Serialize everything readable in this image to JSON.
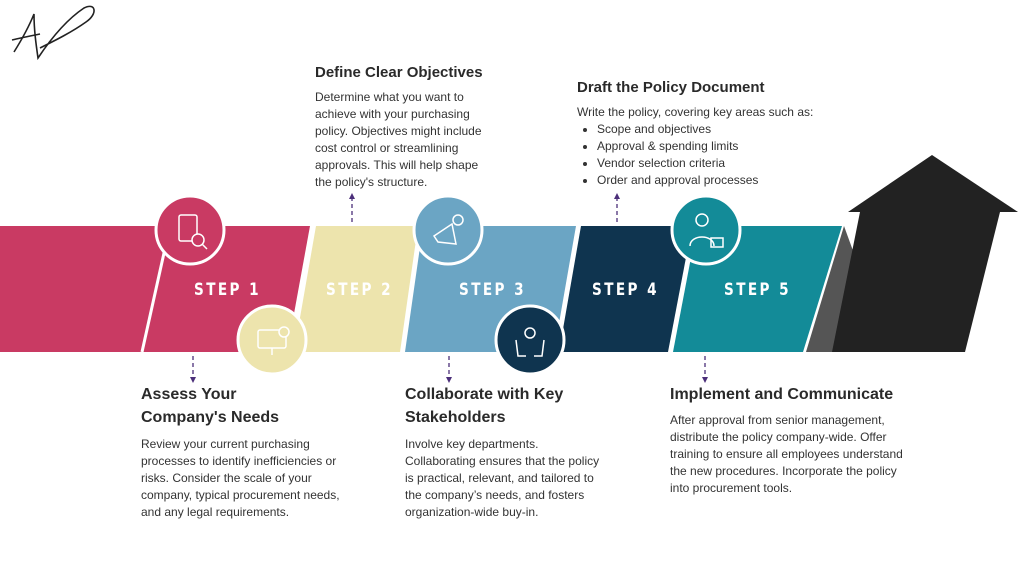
{
  "steps": [
    {
      "label": "STEP 1",
      "color": "#c93a63",
      "icon": "report-magnifier-icon"
    },
    {
      "label": "STEP 2",
      "color": "#ede4ad",
      "icon": "monitor-dollar-icon"
    },
    {
      "label": "STEP 3",
      "color": "#6ba5c4",
      "icon": "megaphone-gear-icon"
    },
    {
      "label": "STEP 4",
      "color": "#0f344f",
      "icon": "hands-gear-icon"
    },
    {
      "label": "STEP 5",
      "color": "#138b98",
      "icon": "businessman-briefcase-icon"
    }
  ],
  "blocks": {
    "assess": {
      "title_1": "Assess Your",
      "title_2": "Company's Needs",
      "body": [
        "Review your current purchasing",
        "processes to identify inefficiencies or",
        "risks. Consider the scale of your",
        "company, typical procurement needs,",
        "and any legal requirements."
      ]
    },
    "define": {
      "title": "Define Clear Objectives",
      "body": [
        "Determine what you want to",
        "achieve with your purchasing",
        "policy. Objectives might include",
        "cost control or streamlining",
        "approvals. This will help shape",
        "the policy's structure."
      ]
    },
    "collaborate": {
      "title_1": "Collaborate with Key",
      "title_2": "Stakeholders",
      "body": [
        "Involve key departments.",
        "Collaborating ensures that the policy",
        "is practical, relevant, and tailored to",
        "the company’s needs, and fosters",
        "organization-wide buy-in."
      ]
    },
    "draft": {
      "title": "Draft the Policy Document",
      "intro": "Write the policy, covering key areas such as:",
      "bullets": [
        "Scope and objectives",
        "Approval & spending limits",
        "Vendor selection criteria",
        "Order and approval processes"
      ]
    },
    "implement": {
      "title": "Implement and Communicate",
      "body": [
        "After approval from senior management,",
        "distribute the policy company-wide. Offer",
        "training to ensure all employees understand",
        "the new procedures. Incorporate the policy",
        "into procurement tools."
      ]
    }
  }
}
